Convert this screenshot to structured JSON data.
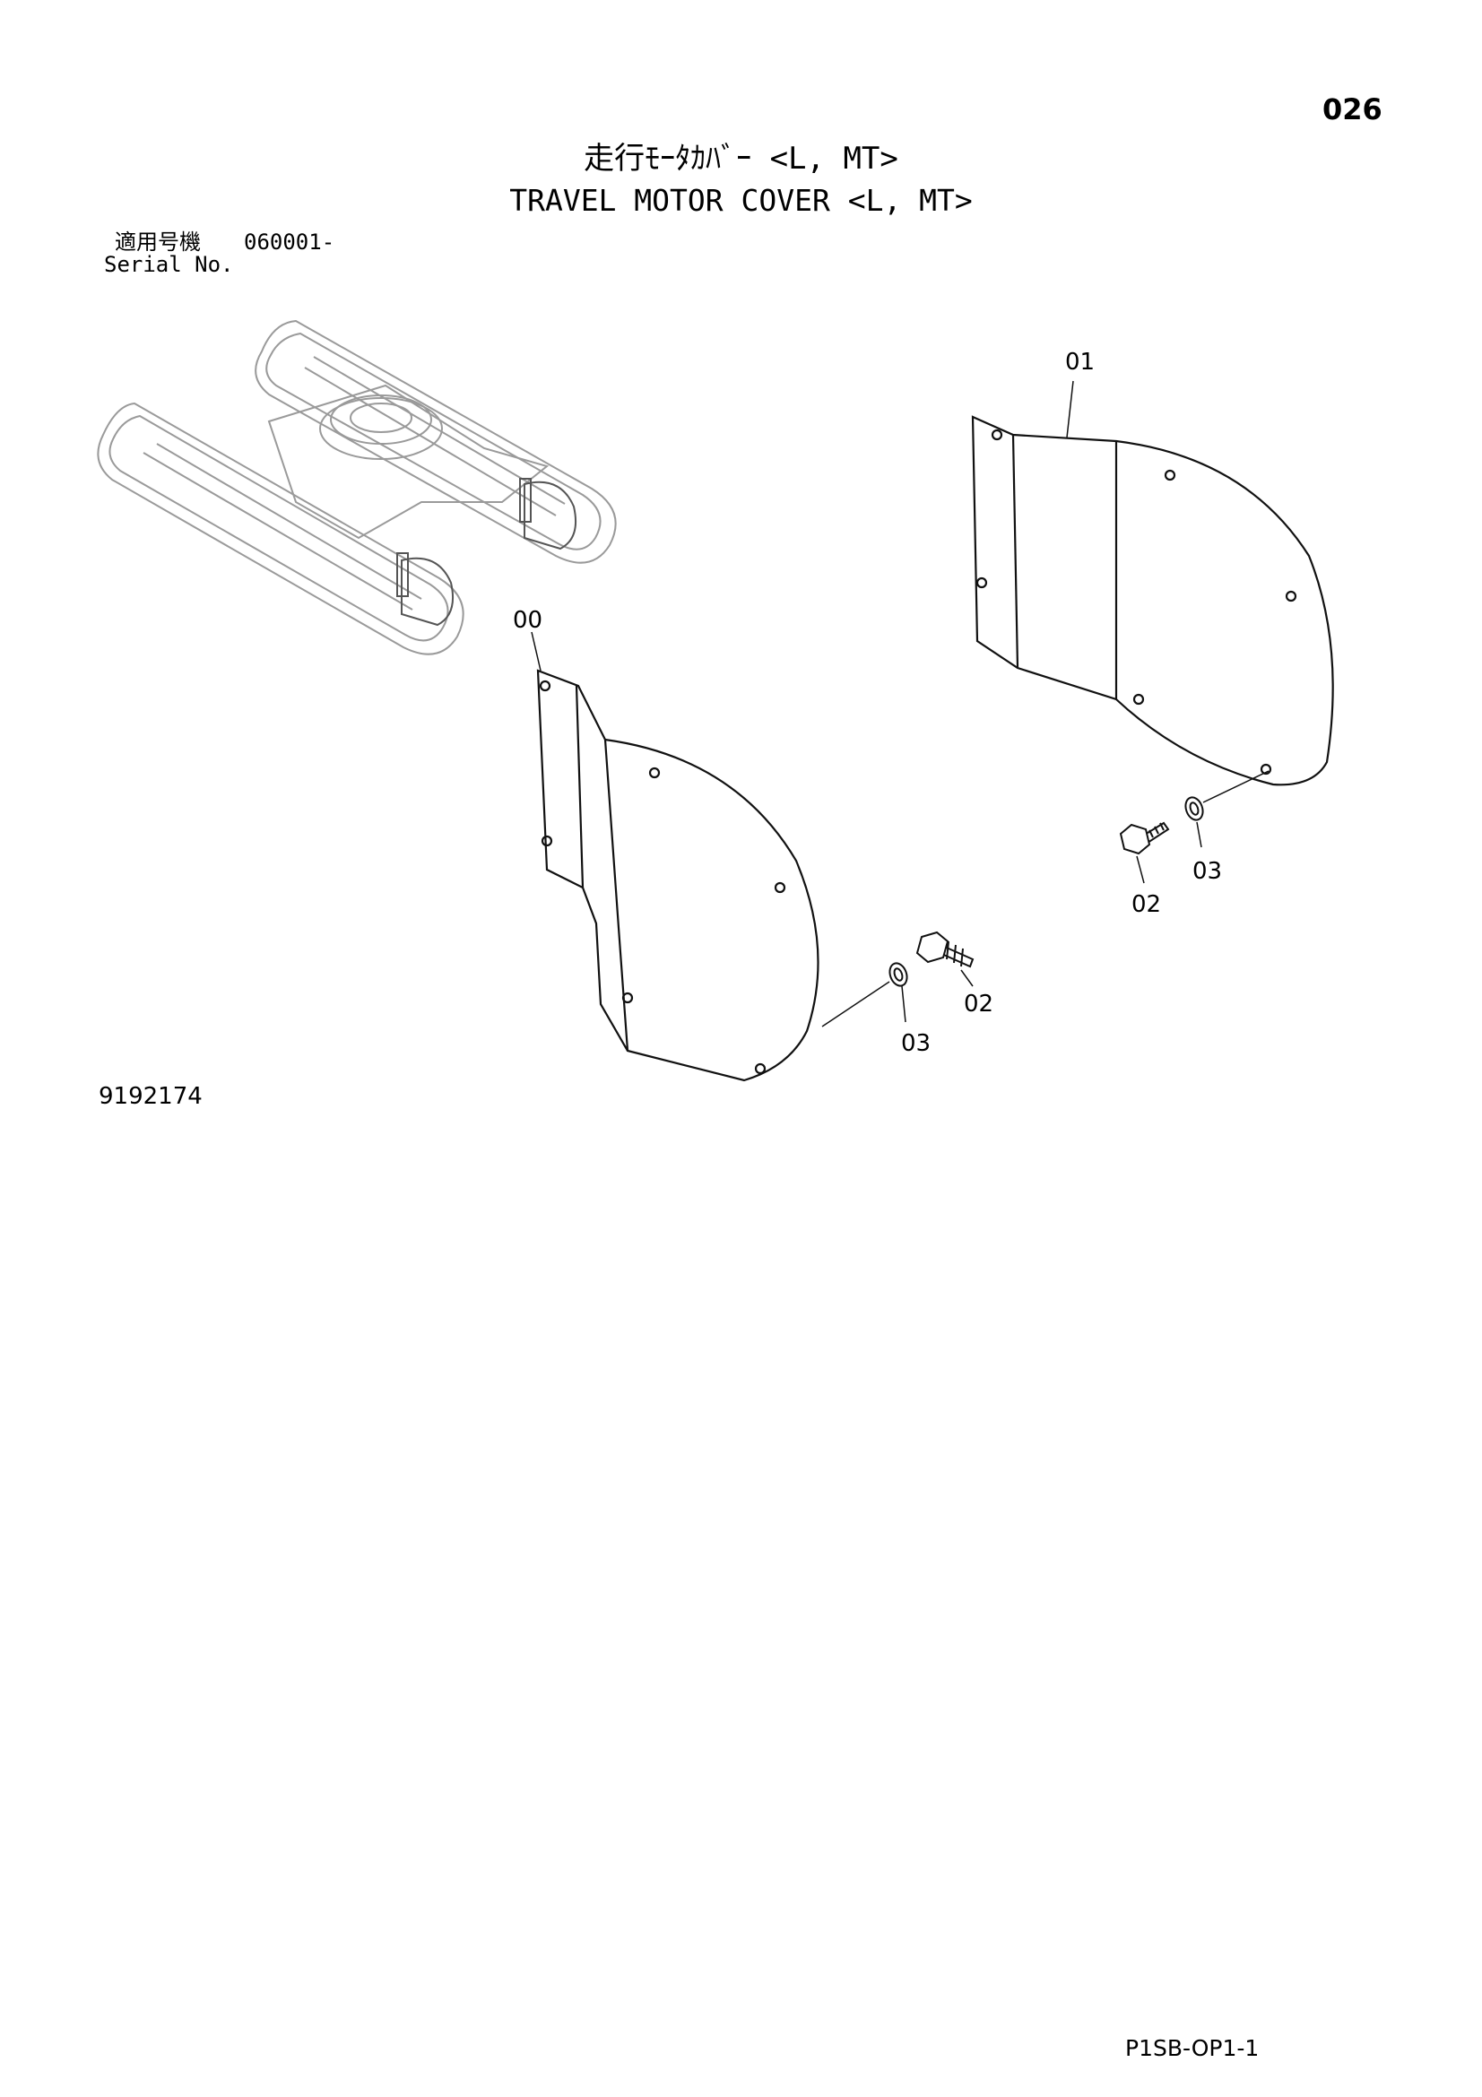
{
  "header": {
    "page_number": "026",
    "title_ja": "走行ﾓｰﾀｶﾊﾞｰ <L, MT>",
    "title_en": "TRAVEL MOTOR COVER <L, MT>"
  },
  "serial": {
    "label_ja": "適用号機",
    "value": "060001-",
    "label_en": "Serial No."
  },
  "callouts": {
    "left_cover": "00",
    "right_cover": "01",
    "bolt_left": "02",
    "washer_left": "03",
    "bolt_right": "02",
    "washer_right": "03"
  },
  "footer": {
    "drawing_number": "9192174",
    "page_code": "P1SB-OP1-1"
  }
}
